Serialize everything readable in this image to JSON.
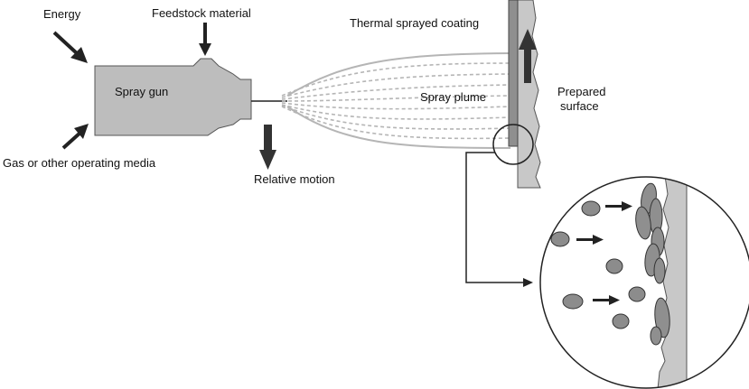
{
  "labels": {
    "energy": "Energy",
    "feedstock": "Feedstock material",
    "gas": "Gas or other operating media",
    "spray_gun": "Spray gun",
    "relative_motion": "Relative motion",
    "coating": "Thermal sprayed coating",
    "spray_plume": "Spray plume",
    "prepared_surface_line1": "Prepared",
    "prepared_surface_line2": "surface"
  },
  "colors": {
    "gun_fill": "#bdbdbd",
    "substrate_fill": "#c8c8c8",
    "particle_fill": "#8c8c8c",
    "coating_fill": "#8f8f8f",
    "plume_stroke": "#b5b5b5",
    "arrow_fill": "#222222"
  }
}
